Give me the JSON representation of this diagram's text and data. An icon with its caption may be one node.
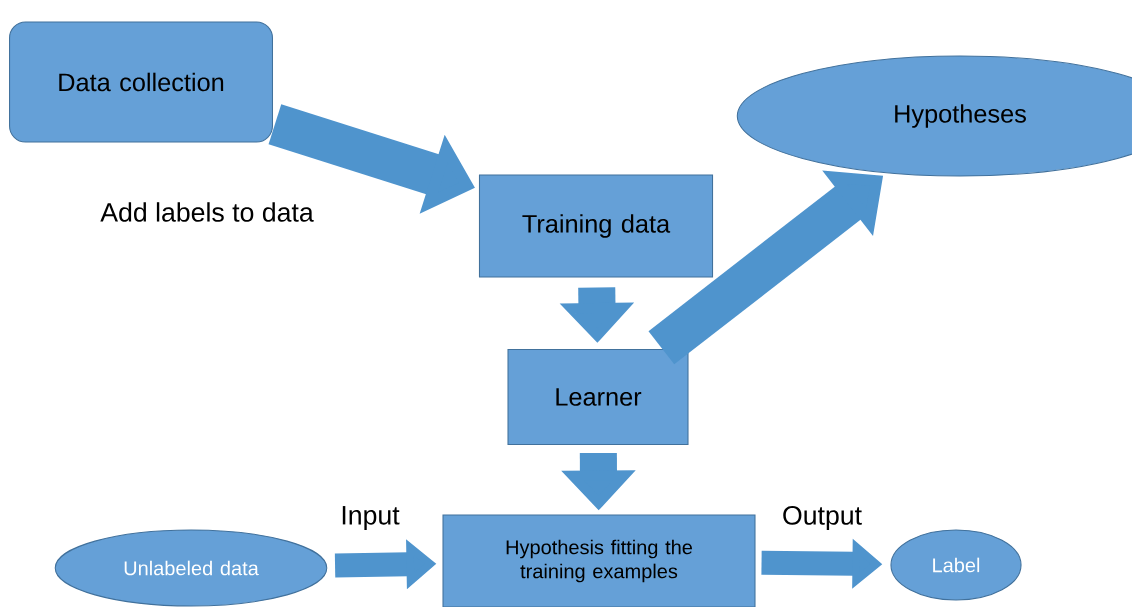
{
  "diagram": {
    "nodes": [
      {
        "text": [
          "Data collection"
        ]
      },
      {
        "text": [
          "Hypotheses"
        ]
      },
      {
        "text": [
          "Training data"
        ]
      },
      {
        "text": [
          "Learner"
        ]
      },
      {
        "text": [
          "Unlabeled data"
        ]
      },
      {
        "text": [
          "Hypothesis fitting the training examples"
        ]
      },
      {
        "text": [
          "Label"
        ]
      }
    ],
    "edges": [
      {
        "from": 0,
        "to": 2,
        "arrow": "to",
        "label": "Add labels to data"
      },
      {
        "from": 2,
        "to": 3,
        "arrow": "to"
      },
      {
        "from": 3,
        "to": 1,
        "arrow": "to"
      },
      {
        "from": 3,
        "to": 5,
        "arrow": "to"
      },
      {
        "from": 4,
        "to": 5,
        "arrow": "to",
        "label": "Input"
      },
      {
        "from": 5,
        "to": 6,
        "arrow": "to",
        "label": "Output"
      }
    ]
  }
}
